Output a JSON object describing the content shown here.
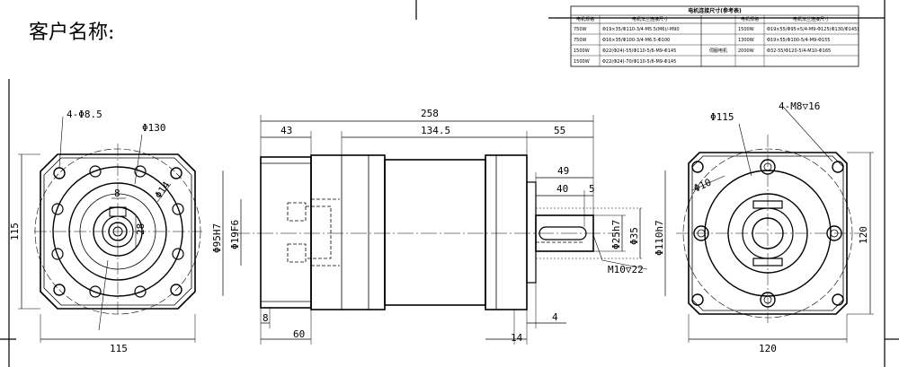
{
  "customer_label": "客户名称:",
  "table": {
    "title": "电机连接尺寸(参考表)",
    "header_left": [
      "电机规格",
      "电机法兰连接尺寸"
    ],
    "header_right": [
      "电机规格",
      "电机法兰连接尺寸"
    ],
    "rows_left": [
      [
        "750W",
        "Φ19×35/Φ110-3/4-M5.5(M6)/-M90"
      ],
      [
        "750W",
        "Φ16×35/Φ100-3/4-M6.5-Φ100"
      ],
      [
        "1500W",
        "Φ22(Φ24)-55/Φ110-5/6-M9-Φ145"
      ],
      [
        "1500W",
        "Φ22(Φ24)-70/Φ110-5/6-M9-Φ145"
      ]
    ],
    "rows_right": [
      [
        "1500W",
        "Φ19×55/Φ95×5/4-M9-Φ125(Φ130/Φ145)"
      ],
      [
        "1300W",
        "Φ19×55/Φ100-5/4-M9-Φ155"
      ],
      [
        "2000W",
        "Φ32-55/Φ120-5/4-M10-Φ165"
      ]
    ],
    "middle_note": "伺服电机"
  },
  "left_view": {
    "holes_note": "4-Φ8.5",
    "pcd": "Φ130",
    "key_width": "8",
    "key_depth": "28",
    "chamfer": "Φ14",
    "height": "115",
    "width": "115"
  },
  "center_view": {
    "overall_length": "258",
    "flange_len": "43",
    "body_len": "134.5",
    "shaft_len": "55",
    "shaft_49": "49",
    "key_40": "40",
    "key_5": "5",
    "bore_fit": "Φ95H7",
    "bore_input": "Φ19F6",
    "shaft_dia": "Φ25h7",
    "shoulder_dia": "Φ35",
    "pilot_dia": "Φ110h7",
    "thread": "M10▽22",
    "dim_8": "8",
    "dim_60": "60",
    "dim_14": "14",
    "dim_4": "4"
  },
  "right_view": {
    "pcd": "Φ115",
    "holes_note": "4-M8▽16",
    "chamfer": "Φ10",
    "height": "120",
    "width": "120"
  }
}
